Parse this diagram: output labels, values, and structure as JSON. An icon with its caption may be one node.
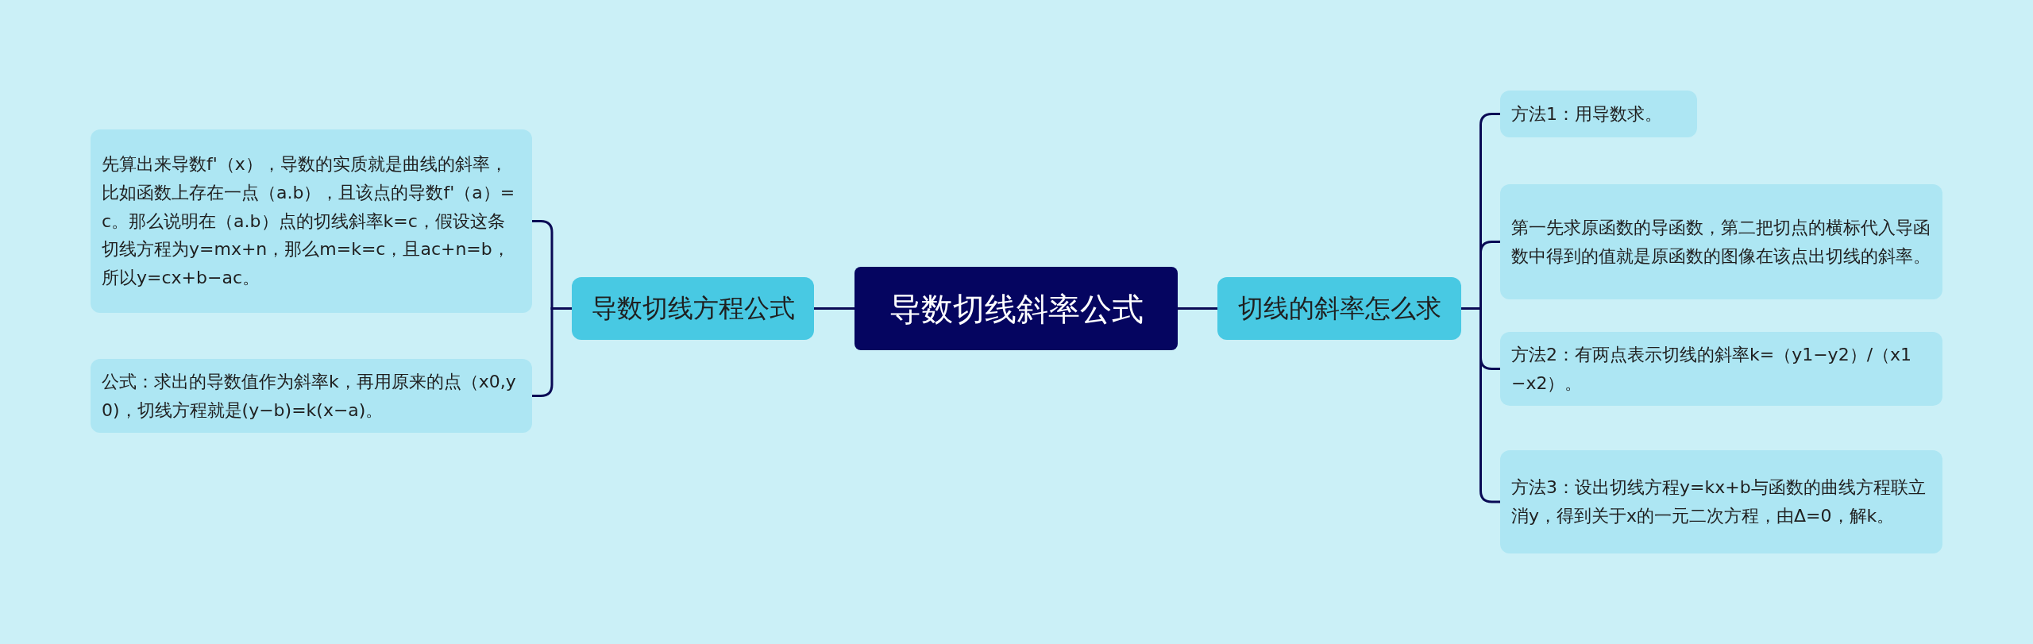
{
  "diagram": {
    "nodes": [
      {
        "text": [
          "导数切线斜率公式"
        ]
      },
      {
        "text": [
          "导数切线方程公式"
        ]
      },
      {
        "text": [
          "先算出来导数f'（x），导数的实质就是曲线的斜率，比如函数上存在一点（a.b），且该点的导数f'（a）=c。那么说明在（a.b）点的切线斜率k=c，假设这条切线方程为y=mx+n，那么m=k=c，且ac+n=b，所以y=cx+b−ac。"
        ]
      },
      {
        "text": [
          "公式：求出的导数值作为斜率k，再用原来的点（x0,y0)，切线方程就是(y−b)=k(x−a)。"
        ]
      },
      {
        "text": [
          "切线的斜率怎么求"
        ]
      },
      {
        "text": [
          "方法1：用导数求。"
        ]
      },
      {
        "text": [
          "第一先求原函数的导函数，第二把切点的横标代入导函数中得到的值就是原函数的图像在该点出切线的斜率。"
        ]
      },
      {
        "text": [
          "方法2：有两点表示切线的斜率k=（y1−y2）/（x1−x2）。"
        ]
      },
      {
        "text": [
          "方法3：设出切线方程y=kx+b与函数的曲线方程联立消y，得到关于x的一元二次方程，由Δ=0，解k。"
        ]
      }
    ],
    "edges": [
      {
        "from": 0,
        "to": 1,
        "arrow": "none"
      },
      {
        "from": 1,
        "to": 2,
        "arrow": "none"
      },
      {
        "from": 1,
        "to": 3,
        "arrow": "none"
      },
      {
        "from": 0,
        "to": 4,
        "arrow": "none"
      },
      {
        "from": 4,
        "to": 5,
        "arrow": "none"
      },
      {
        "from": 4,
        "to": 6,
        "arrow": "none"
      },
      {
        "from": 4,
        "to": 7,
        "arrow": "none"
      },
      {
        "from": 4,
        "to": 8,
        "arrow": "none"
      }
    ]
  }
}
